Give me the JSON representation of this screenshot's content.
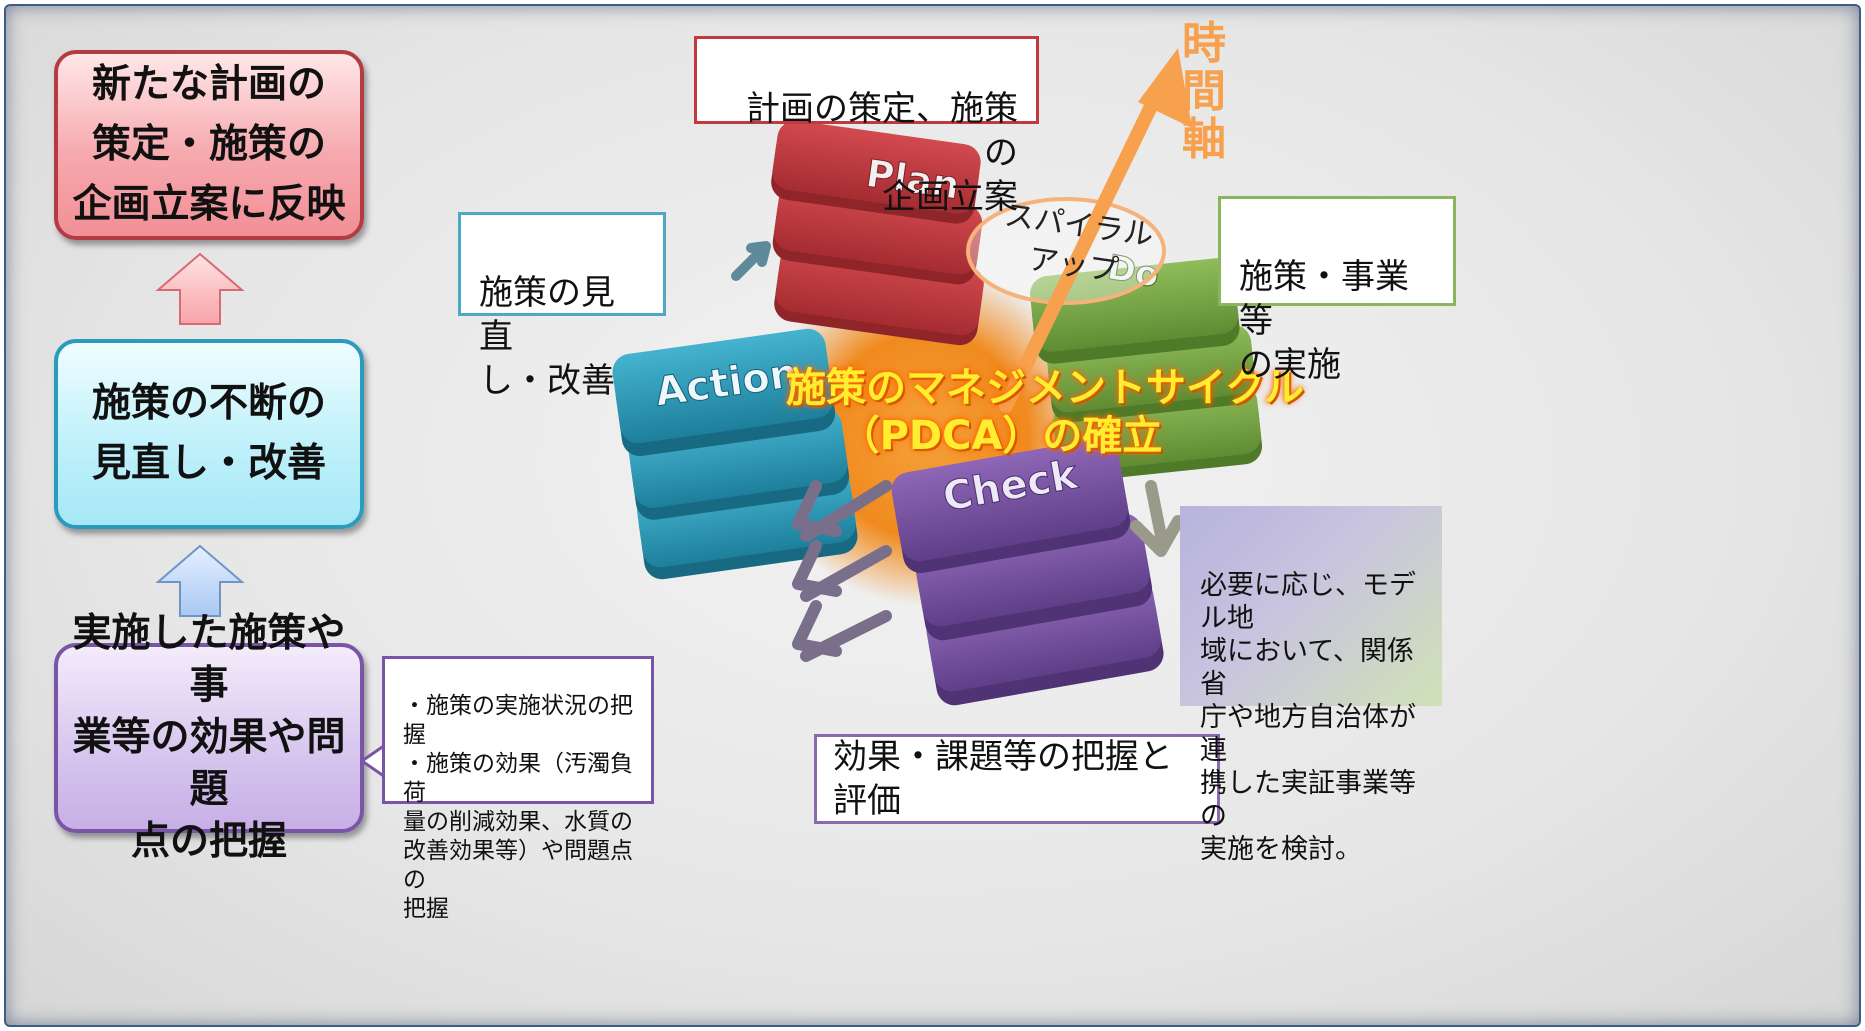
{
  "left_column": {
    "top_box": "新たな計画の\n策定・施策の\n企画立案に反映",
    "middle_box": "施策の不断の\n見直し・改善",
    "bottom_box": "実施した施策や事\n業等の効果や問題\n点の把握",
    "bottom_note": "・施策の実施状況の把握\n・施策の効果（汚濁負荷\n量の削減効果、水質の\n改善効果等）や問題点の\n把握"
  },
  "cycle": {
    "plan_label": "Plan",
    "do_label": "Do",
    "check_label": "Check",
    "action_label": "Action",
    "center_title_line1": "施策のマネジメントサイクル",
    "center_title_line2": "（PDCA）の確立",
    "spiral_label": "スパイラル\nアップ",
    "time_axis_label": "時\n間\n軸"
  },
  "callouts": {
    "plan_note": "計画の策定、施策の\n企画立案",
    "action_note": "施策の見直\nし・改善",
    "do_note": "施策・事業等\nの実施",
    "check_note": "効果・課題等の把握と評価",
    "model_note": "必要に応じ、モデル地\n域において、関係省\n庁や地方自治体が連\n携した実証事業等の\n実施を検討。"
  },
  "colors": {
    "plan": "#c0393e",
    "do": "#7aa84a",
    "check": "#7c55a6",
    "action": "#2d9cba",
    "time_axis": "#f7a04d",
    "center_glow": "#f08a1e"
  }
}
